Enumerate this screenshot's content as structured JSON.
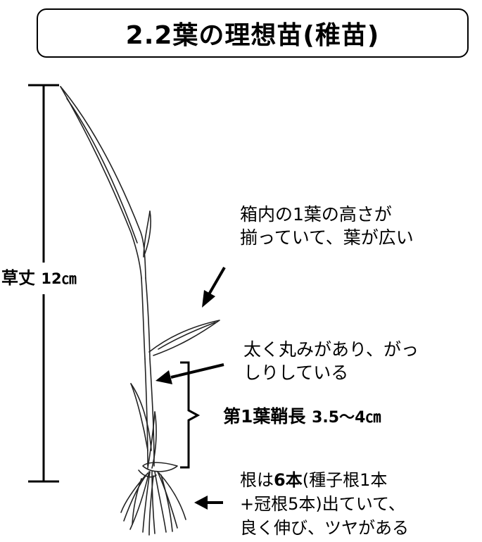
{
  "title": "2.2葉の理想苗(稚苗)",
  "height_label": {
    "prefix": "草丈",
    "value": "12㎝"
  },
  "annotations": {
    "leaf_height": {
      "line1": "箱内の1葉の高さが",
      "line2": "揃っていて、葉が広い"
    },
    "stem": {
      "line1": "太く丸みがあり、がっ",
      "line2": "しりしている"
    },
    "sheath": {
      "label": "第1葉鞘長",
      "value": "3.5〜4㎝"
    },
    "roots": {
      "line1_a": "根は",
      "line1_b": "6本",
      "line1_c": "(種子根1本",
      "line2": "+冠根5本)出ていて、",
      "line3": "良く伸び、ツヤがある"
    }
  }
}
